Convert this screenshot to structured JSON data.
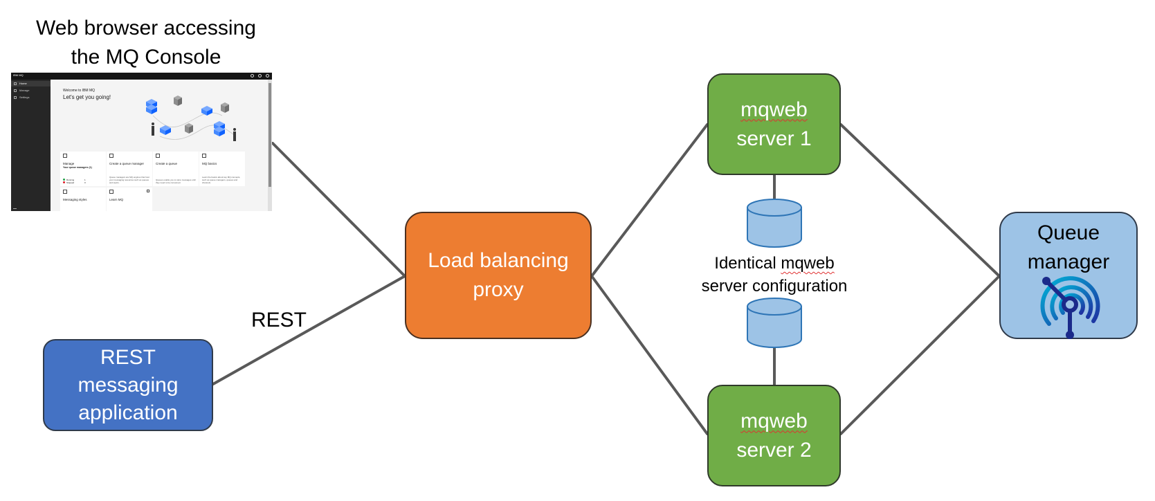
{
  "caption": {
    "line1": "Web browser accessing",
    "line2": "the MQ Console"
  },
  "console_screenshot": {
    "app_title": "IBM MQ",
    "nav_items": [
      "Home",
      "Manage",
      "Settings"
    ],
    "welcome": "Welcome to IBM MQ",
    "headline": "Let's get you going!",
    "tiles": [
      {
        "title": "Manage",
        "subtitle": "Your queue managers (1)",
        "running_label": "Running",
        "running_count": "1",
        "stopped_label": "Stopped",
        "stopped_count": "0"
      },
      {
        "title": "Create a queue manager",
        "desc": "Queue managers are MQ engines that host your messaging resources such as queues and topics."
      },
      {
        "title": "Create a queue",
        "desc": "Queues enable you to store messages until they need to be consumed."
      },
      {
        "title": "MQ basics",
        "desc": "Learn the basics about key MQ concepts, such as queue managers, queues and channels."
      },
      {
        "title": "Messaging styles"
      },
      {
        "title": "Learn MQ"
      }
    ],
    "colors": {
      "topbar": "#161616",
      "sidebar": "#262626",
      "running": "#24a148",
      "stopped": "#da1e28",
      "accent_blue": "#4589ff"
    }
  },
  "nodes": {
    "rest_app": {
      "line1": "REST",
      "line2": "messaging",
      "line3": "application",
      "fill": "#4472c4"
    },
    "proxy": {
      "line1": "Load balancing",
      "line2": "proxy",
      "fill": "#ed7d31"
    },
    "server1": {
      "line1": "mqweb",
      "line2": "server 1",
      "fill": "#70ad47"
    },
    "server2": {
      "line1": "mqweb",
      "line2": "server 2",
      "fill": "#70ad47"
    },
    "queue_manager": {
      "line1": "Queue",
      "line2": "manager",
      "fill": "#9dc3e6",
      "icon": "mq-antenna-icon"
    }
  },
  "config_label": {
    "line1_pre": "Identical ",
    "line1_word": "mqweb",
    "line2": "server configuration"
  },
  "edge_label_rest": "REST",
  "colors": {
    "connector": "#595959",
    "cylinder_fill": "#9dc3e6",
    "cylinder_stroke": "#2e75b6",
    "box_stroke": "#2f3a2a"
  }
}
